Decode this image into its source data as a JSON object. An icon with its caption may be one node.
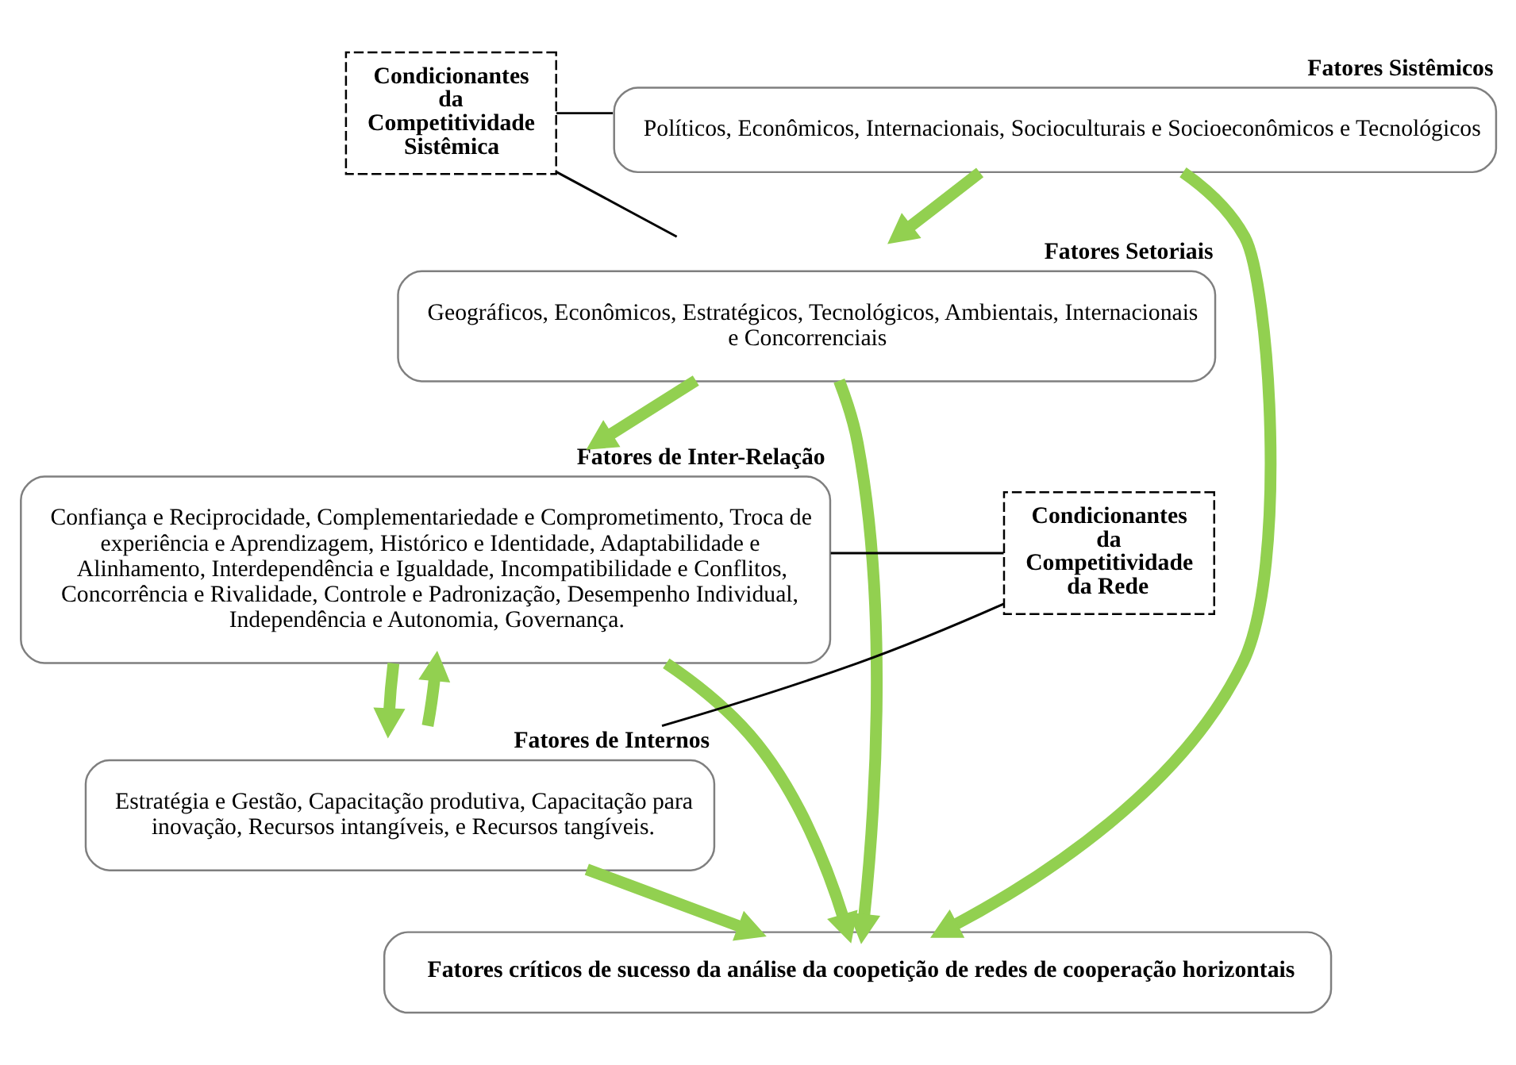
{
  "diagram": {
    "nodes": [
      {
        "text": [
          "Fatores Sistêmicos",
          "Políticos, Econômicos, Internacionais, Socioculturais e Socioeconômicos e Tecnológicos"
        ]
      },
      {
        "text": [
          "Fatores Setoriais",
          "Geográficos, Econômicos, Estratégicos, Tecnológicos, Ambientais, Internacionais e Concorrenciais"
        ]
      },
      {
        "text": [
          "Fatores de Inter-Relação",
          "Confiança e Reciprocidade, Complementariedade e Comprometimento, Troca de experiência e Aprendizagem, Histórico e Identidade, Adaptabilidade e Alinhamento, Interdependência e Igualdade, Incompatibilidade e Conflitos, Concorrência e Rivalidade, Controle e Padronização, Desempenho Individual, Independência e Autonomia, Governança."
        ]
      },
      {
        "text": [
          "Fatores de Internos",
          "Estratégia e Gestão, Capacitação produtiva, Capacitação para inovação, Recursos intangíveis, e Recursos tangíveis."
        ]
      },
      {
        "text": [
          "Fatores críticos de sucesso da análise da coopetição de redes de cooperação horizontais"
        ]
      },
      {
        "text": [
          "Condicionantes da Competitividade Sistêmica"
        ]
      },
      {
        "text": [
          "Condicionantes da Competitividade da Rede"
        ]
      }
    ],
    "edges": [
      {
        "from": 0,
        "to": 1,
        "arrow": "to",
        "color": "#92d050"
      },
      {
        "from": 1,
        "to": 2,
        "arrow": "to",
        "color": "#92d050"
      },
      {
        "from": 2,
        "to": 3,
        "arrow": "to",
        "color": "#92d050"
      },
      {
        "from": 3,
        "to": 2,
        "arrow": "to",
        "color": "#92d050"
      },
      {
        "from": 3,
        "to": 4,
        "arrow": "to",
        "color": "#92d050"
      },
      {
        "from": 2,
        "to": 4,
        "arrow": "to",
        "color": "#92d050"
      },
      {
        "from": 1,
        "to": 4,
        "arrow": "to",
        "color": "#92d050"
      },
      {
        "from": 0,
        "to": 4,
        "arrow": "to",
        "color": "#92d050"
      },
      {
        "from": 5,
        "to": 0,
        "arrow": "none",
        "color": "#000000"
      },
      {
        "from": 5,
        "to": 1,
        "arrow": "none",
        "color": "#000000"
      },
      {
        "from": 6,
        "to": 2,
        "arrow": "none",
        "color": "#000000"
      },
      {
        "from": 6,
        "to": 3,
        "arrow": "none",
        "color": "#000000"
      }
    ]
  }
}
